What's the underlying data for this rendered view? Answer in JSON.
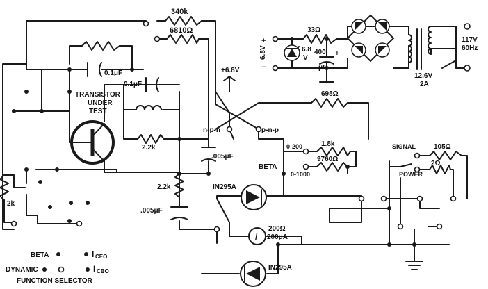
{
  "labels": {
    "r_340k": "340k",
    "r_6810": "6810Ω",
    "c_01": "0.1μF",
    "dut_line1": "TRANSISTOR",
    "dut_line2": "UNDER",
    "dut_line3": "TEST",
    "c_01b": "0.1μF",
    "r_22k_a": "2.2k",
    "c_005_a": ".005μF",
    "r_2k": "2k",
    "r_22k_b": "2.2k",
    "c_005_b": ".005μF",
    "supply_v": "6.8V",
    "supply_plus": "+",
    "supply_minus": "−",
    "zener_v1": "6.8",
    "zener_v2": "V",
    "r_33": "33Ω",
    "c_400_a": "400",
    "c_400_plus": "+",
    "c_400_b": "μF",
    "tr_secondary_1": "12.6V",
    "tr_secondary_2": "2A",
    "mains_1": "117V",
    "mains_2": "60Hz",
    "rail_pos": "+6.8V",
    "npn": "n-p-n",
    "pnp": "p-n-p",
    "r_698": "698Ω",
    "beta_range_0200": "0-200",
    "beta_range_01000": "0-1000",
    "beta": "BETA",
    "r_18k": "1.8k",
    "r_9760": "9760Ω",
    "signal": "SIGNAL",
    "power": "POWER",
    "r_105": "105Ω",
    "r_2": "2Ω",
    "diode_1": "IN295A",
    "diode_2": "IN295A",
    "meter_1": "200Ω",
    "meter_2": "200μA",
    "meter_symbol": "/",
    "fs_beta": "BETA",
    "fs_iceo": "I",
    "fs_iceo_sub": "CEO",
    "fs_dynamic": "DYNAMIC",
    "fs_icbo": "I",
    "fs_icbo_sub": "CBO",
    "fs_title": "FUNCTION SELECTOR"
  }
}
